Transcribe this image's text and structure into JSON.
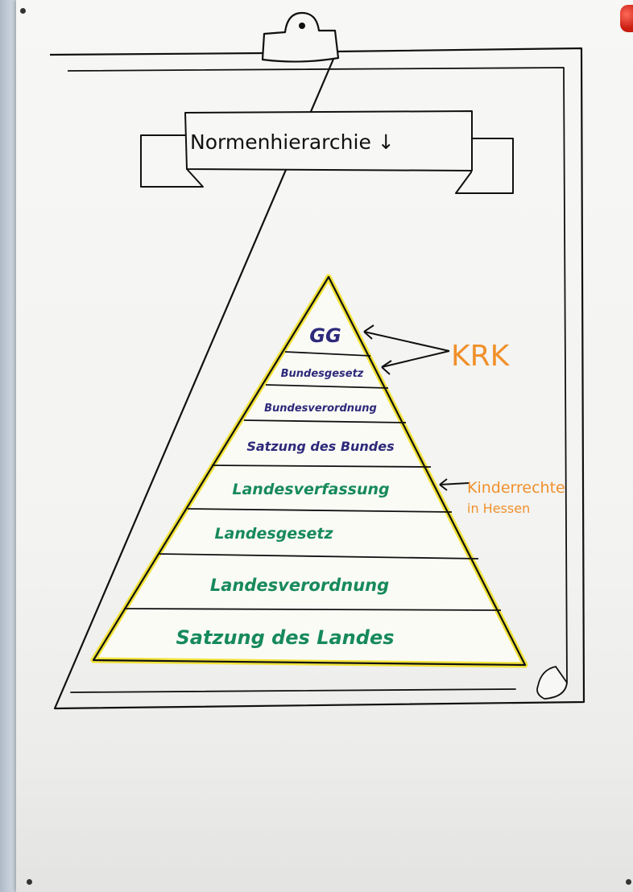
{
  "title": "Normenhierarchie ↓",
  "pyramid": {
    "levels": [
      {
        "label": "GG",
        "color": "#2e2a7a"
      },
      {
        "label": "Bundesgesetz",
        "color": "#2e2a7a"
      },
      {
        "label": "Bundesverordnung",
        "color": "#2e2a7a"
      },
      {
        "label": "Satzung des Bundes",
        "color": "#2e2a7a"
      },
      {
        "label": "Landesverfassung",
        "color": "#178a5a"
      },
      {
        "label": "Landesgesetz",
        "color": "#178a5a"
      },
      {
        "label": "Landesverordnung",
        "color": "#178a5a"
      },
      {
        "label": "Satzung des Landes",
        "color": "#178a5a"
      }
    ],
    "highlight_color": "#f1e33a"
  },
  "annotations": {
    "krk": {
      "label": "KRK",
      "color": "#f0902b"
    },
    "kinderrechte": {
      "line1": "Kinderrechte",
      "line2": "in Hessen",
      "color": "#f0902b"
    }
  },
  "colors": {
    "ink": "#111111",
    "paper": "#f5f5f3"
  }
}
